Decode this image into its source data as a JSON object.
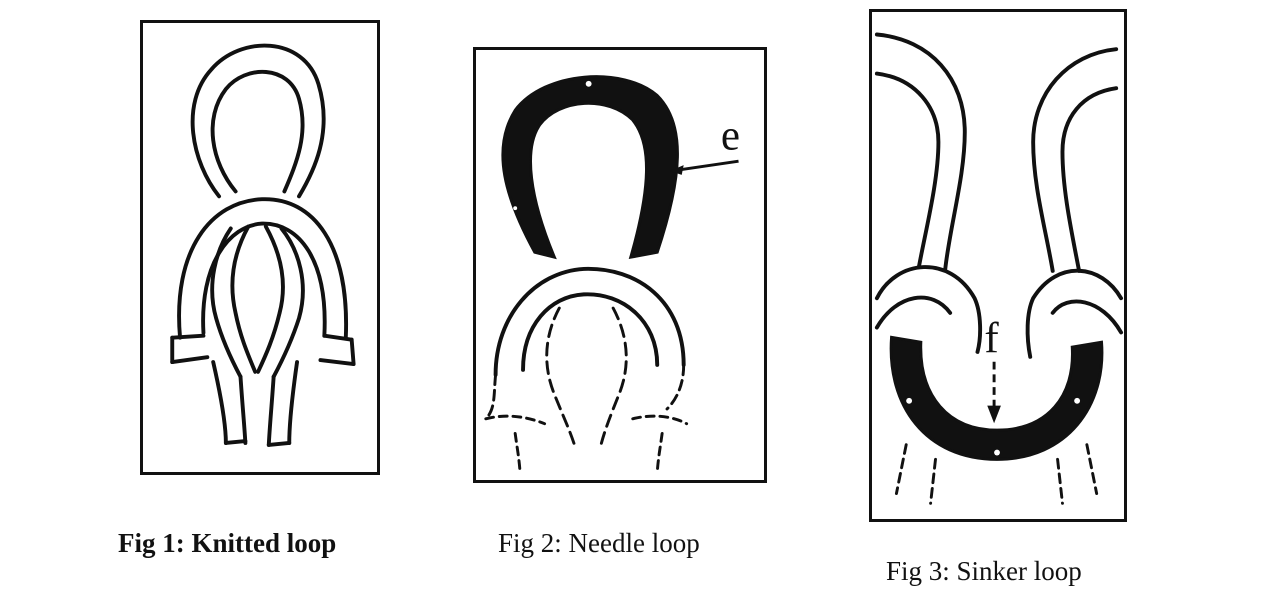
{
  "figures": [
    {
      "id": "fig1",
      "caption": "Fig 1: Knitted loop"
    },
    {
      "id": "fig2",
      "caption": "Fig 2: Needle loop",
      "label": "e"
    },
    {
      "id": "fig3",
      "caption": "Fig 3: Sinker loop",
      "label": "f"
    }
  ],
  "colors": {
    "ink": "#111111",
    "paper": "#ffffff"
  }
}
